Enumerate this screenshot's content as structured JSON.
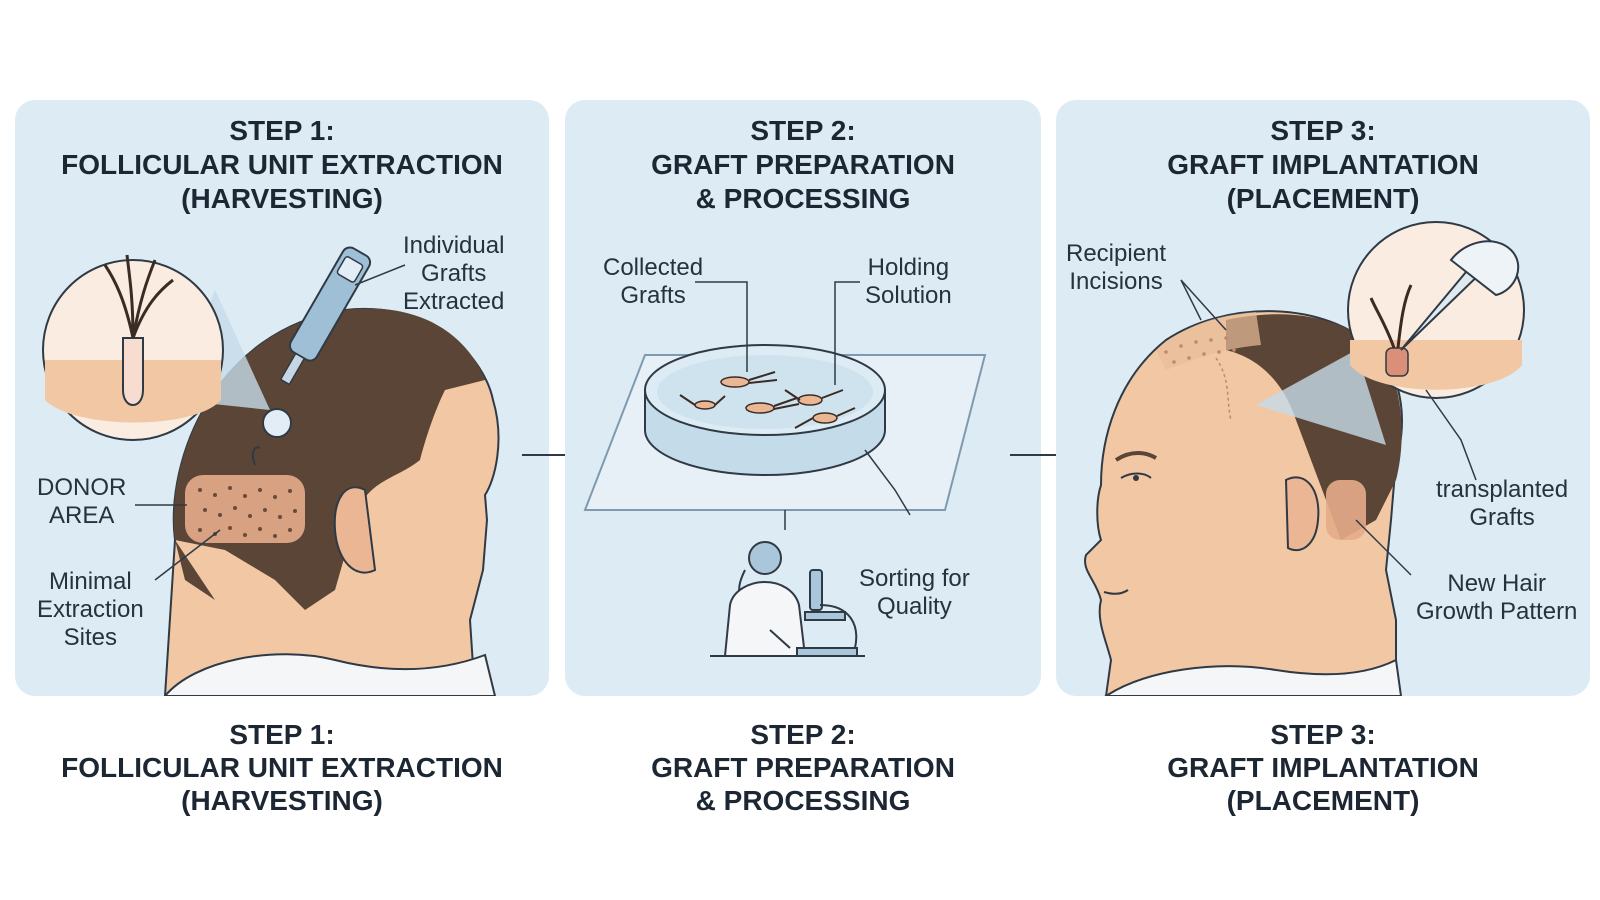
{
  "panels": [
    {
      "step": "STEP 1:",
      "title_line1": "FOLLICULAR UNIT EXTRACTION",
      "title_line2": "(HARVESTING)",
      "labels": {
        "individual_grafts_1": "Individual",
        "individual_grafts_2": "Grafts",
        "individual_grafts_3": "Extracted",
        "donor_area_1": "DONOR",
        "donor_area_2": "AREA",
        "minimal_1": "Minimal",
        "minimal_2": "Extraction",
        "minimal_3": "Sites"
      }
    },
    {
      "step": "STEP 2:",
      "title_line1": "GRAFT PREPARATION",
      "title_line2": "& PROCESSING",
      "labels": {
        "collected_1": "Collected",
        "collected_2": "Grafts",
        "holding_1": "Holding",
        "holding_2": "Solution",
        "sorting_1": "Sorting for",
        "sorting_2": "Quality"
      }
    },
    {
      "step": "STEP 3:",
      "title_line1": "GRAFT IMPLANTATION",
      "title_line2": "(PLACEMENT)",
      "labels": {
        "recipient_1": "Recipient",
        "recipient_2": "Incisions",
        "transplanted_1": "transplanted",
        "transplanted_2": "Grafts",
        "newhair_1": "New Hair",
        "newhair_2": "Growth Pattern"
      }
    }
  ],
  "captions": [
    {
      "step": "STEP 1:",
      "line1": "FOLLICULAR UNIT EXTRACTION",
      "line2": "(HARVESTING)"
    },
    {
      "step": "STEP 2:",
      "line1": "GRAFT PREPARATION",
      "line2": "& PROCESSING"
    },
    {
      "step": "STEP 3:",
      "line1": "GRAFT IMPLANTATION",
      "line2": "(PLACEMENT)"
    }
  ],
  "colors": {
    "panel_bg": "#dcebf4",
    "hair": "#5a4536",
    "skin": "#f1c7a4",
    "outline": "#2f3a45"
  }
}
